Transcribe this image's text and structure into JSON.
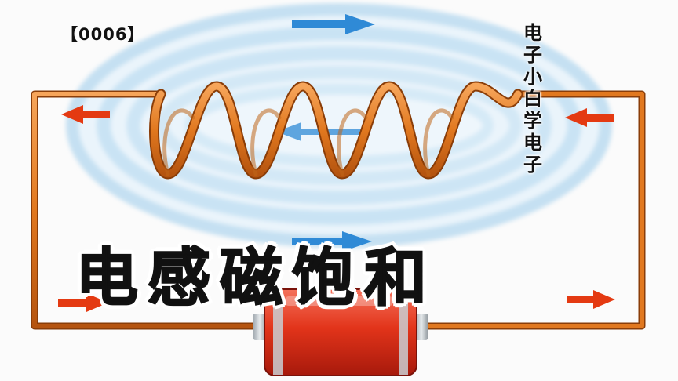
{
  "episode_tag": "【0006】",
  "channel_name": "电子小白学电子",
  "title": "电感磁饱和",
  "colors": {
    "wire": "#e1781f",
    "field_lines": "#cfe6f5",
    "field_arrow": "#2f8ad6",
    "current_arrow": "#e43a12",
    "battery": "#e2341a"
  },
  "icons": [
    "field-arrow-icon",
    "current-arrow-icon",
    "coil-icon",
    "battery-icon"
  ]
}
